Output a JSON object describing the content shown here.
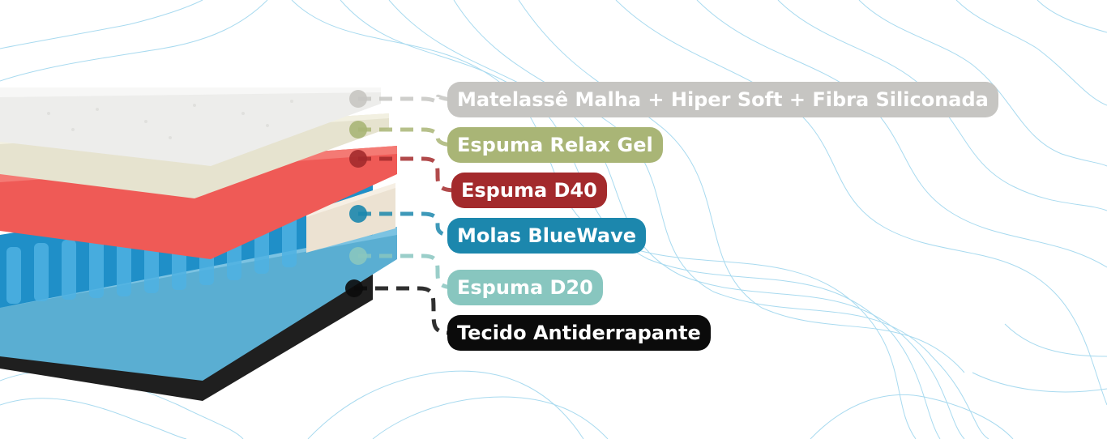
{
  "diagram": {
    "layers": [
      {
        "id": "matelasse",
        "label": "Matelassê Malha + Hiper Soft + Fibra Siliconada",
        "color": "#c6c5c2"
      },
      {
        "id": "relax-gel",
        "label": "Espuma Relax Gel",
        "color": "#a9b576"
      },
      {
        "id": "d40",
        "label": "Espuma D40",
        "color": "#a32a2c"
      },
      {
        "id": "bluewave",
        "label": "Molas BlueWave",
        "color": "#1c87ad"
      },
      {
        "id": "d20",
        "label": "Espuma D20",
        "color": "#88c6bf"
      },
      {
        "id": "antiderrapante",
        "label": "Tecido Antiderrapante",
        "color": "#0b0b0b"
      }
    ]
  }
}
